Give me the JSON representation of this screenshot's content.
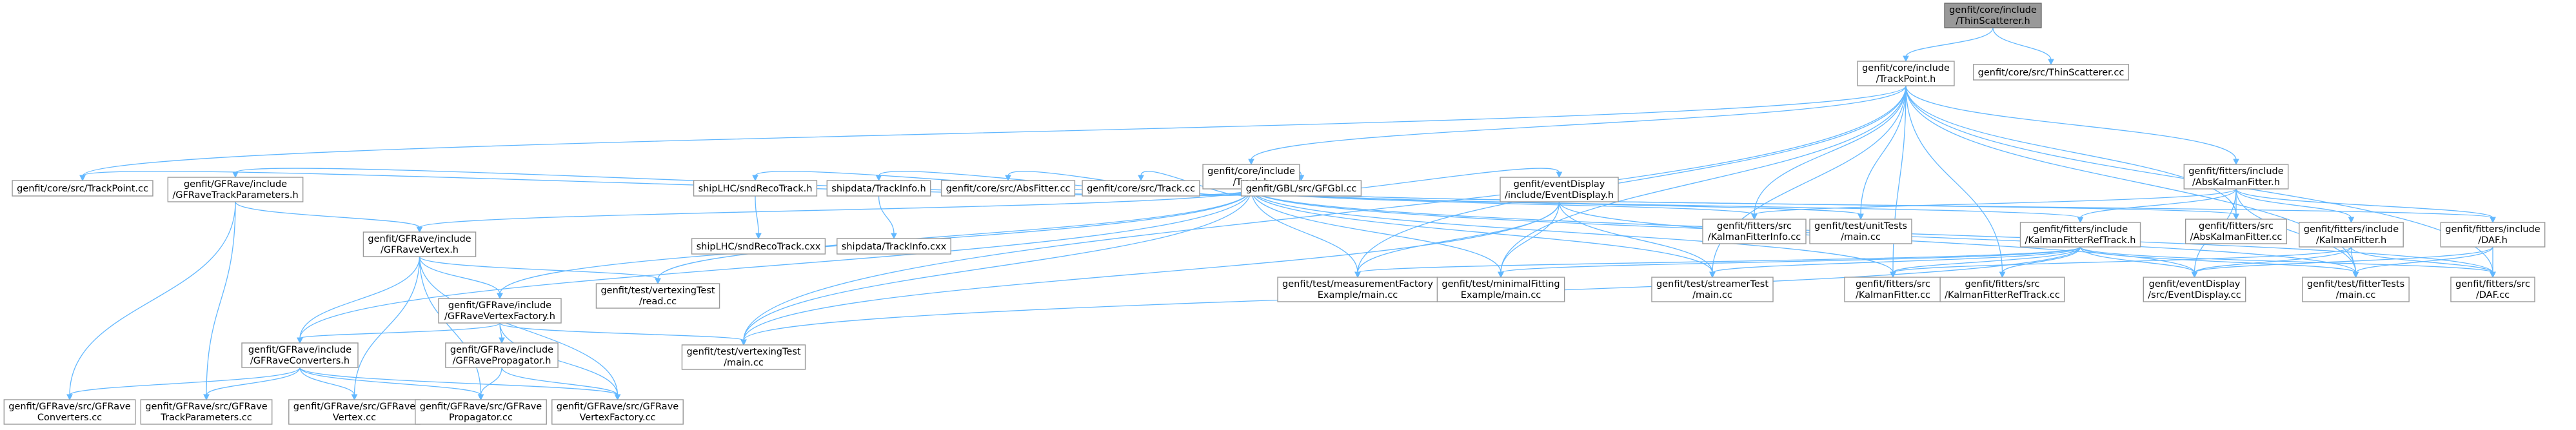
{
  "nodes": [
    {
      "id": "thinscat_h",
      "lines": [
        "genfit/core/include",
        "/ThinScatterer.h"
      ],
      "root": true
    },
    {
      "id": "trackpoint_h",
      "lines": [
        "genfit/core/include",
        "/TrackPoint.h"
      ]
    },
    {
      "id": "thinscat_cc",
      "lines": [
        "genfit/core/src/ThinScatterer.cc"
      ]
    },
    {
      "id": "track_h",
      "lines": [
        "genfit/core/include",
        "/Track.h"
      ]
    },
    {
      "id": "absk_h",
      "lines": [
        "genfit/fitters/include",
        "/AbsKalmanFitter.h"
      ]
    },
    {
      "id": "trackpoint_cc",
      "lines": [
        "genfit/core/src/TrackPoint.cc"
      ]
    },
    {
      "id": "gfrtp_h",
      "lines": [
        "genfit/GFRave/include",
        "/GFRaveTrackParameters.h"
      ]
    },
    {
      "id": "snd_h",
      "lines": [
        "shipLHC/sndRecoTrack.h"
      ]
    },
    {
      "id": "trackinfo_h",
      "lines": [
        "shipdata/TrackInfo.h"
      ]
    },
    {
      "id": "absfitter_cc",
      "lines": [
        "genfit/core/src/AbsFitter.cc"
      ]
    },
    {
      "id": "track_cc",
      "lines": [
        "genfit/core/src/Track.cc"
      ]
    },
    {
      "id": "gfgbl_cc",
      "lines": [
        "genfit/GBL/src/GFGbl.cc"
      ]
    },
    {
      "id": "evdisp_h",
      "lines": [
        "genfit/eventDisplay",
        "/include/EventDisplay.h"
      ]
    },
    {
      "id": "kfinfo_cc",
      "lines": [
        "genfit/fitters/src",
        "/KalmanFitterInfo.cc"
      ]
    },
    {
      "id": "unittests_cc",
      "lines": [
        "genfit/test/unitTests",
        "/main.cc"
      ]
    },
    {
      "id": "kfrt_h",
      "lines": [
        "genfit/fitters/include",
        "/KalmanFitterRefTrack.h"
      ]
    },
    {
      "id": "absk_cc",
      "lines": [
        "genfit/fitters/src",
        "/AbsKalmanFitter.cc"
      ]
    },
    {
      "id": "kf_h",
      "lines": [
        "genfit/fitters/include",
        "/KalmanFitter.h"
      ]
    },
    {
      "id": "daf_h",
      "lines": [
        "genfit/fitters/include",
        "/DAF.h"
      ]
    },
    {
      "id": "gfrv_h",
      "lines": [
        "genfit/GFRave/include",
        "/GFRaveVertex.h"
      ]
    },
    {
      "id": "snd_cxx",
      "lines": [
        "shipLHC/sndRecoTrack.cxx"
      ]
    },
    {
      "id": "trackinfo_cxx",
      "lines": [
        "shipdata/TrackInfo.cxx"
      ]
    },
    {
      "id": "mfe_cc",
      "lines": [
        "genfit/test/measurementFactory",
        "Example/main.cc"
      ]
    },
    {
      "id": "mfit_cc",
      "lines": [
        "genfit/test/minimalFitting",
        "Example/main.cc"
      ]
    },
    {
      "id": "streamer_cc",
      "lines": [
        "genfit/test/streamerTest",
        "/main.cc"
      ]
    },
    {
      "id": "kf_cc",
      "lines": [
        "genfit/fitters/src",
        "/KalmanFitter.cc"
      ]
    },
    {
      "id": "kfrt_cc",
      "lines": [
        "genfit/fitters/src",
        "/KalmanFitterRefTrack.cc"
      ]
    },
    {
      "id": "evdisp_cc",
      "lines": [
        "genfit/eventDisplay",
        "/src/EventDisplay.cc"
      ]
    },
    {
      "id": "fittertests_cc",
      "lines": [
        "genfit/test/fitterTests",
        "/main.cc"
      ]
    },
    {
      "id": "daf_cc",
      "lines": [
        "genfit/fitters/src",
        "/DAF.cc"
      ]
    },
    {
      "id": "vtxread_cc",
      "lines": [
        "genfit/test/vertexingTest",
        "/read.cc"
      ]
    },
    {
      "id": "gfrvf_h",
      "lines": [
        "genfit/GFRave/include",
        "/GFRaveVertexFactory.h"
      ]
    },
    {
      "id": "gfrp_h",
      "lines": [
        "genfit/GFRave/include",
        "/GFRavePropagator.h"
      ]
    },
    {
      "id": "gfrc_h",
      "lines": [
        "genfit/GFRave/include",
        "/GFRaveConverters.h"
      ]
    },
    {
      "id": "vtxmain_cc",
      "lines": [
        "genfit/test/vertexingTest",
        "/main.cc"
      ]
    },
    {
      "id": "gfrc_cc",
      "lines": [
        "genfit/GFRave/src/GFRave",
        "Converters.cc"
      ]
    },
    {
      "id": "gfrtp_cc",
      "lines": [
        "genfit/GFRave/src/GFRave",
        "TrackParameters.cc"
      ]
    },
    {
      "id": "gfrv_cc",
      "lines": [
        "genfit/GFRave/src/GFRave",
        "Vertex.cc"
      ]
    },
    {
      "id": "gfrp_cc",
      "lines": [
        "genfit/GFRave/src/GFRave",
        "Propagator.cc"
      ]
    },
    {
      "id": "gfrvf_cc",
      "lines": [
        "genfit/GFRave/src/GFRave",
        "VertexFactory.cc"
      ]
    }
  ],
  "edges": [
    [
      "thinscat_h",
      "trackpoint_h"
    ],
    [
      "thinscat_h",
      "thinscat_cc"
    ],
    [
      "trackpoint_h",
      "track_h"
    ],
    [
      "trackpoint_h",
      "absk_h"
    ],
    [
      "trackpoint_h",
      "trackpoint_cc"
    ],
    [
      "trackpoint_h",
      "kfinfo_cc"
    ],
    [
      "trackpoint_h",
      "unittests_cc"
    ],
    [
      "trackpoint_h",
      "absk_cc"
    ],
    [
      "trackpoint_h",
      "mfe_cc"
    ],
    [
      "trackpoint_h",
      "mfit_cc"
    ],
    [
      "trackpoint_h",
      "streamer_cc"
    ],
    [
      "trackpoint_h",
      "kf_cc"
    ],
    [
      "trackpoint_h",
      "kfrt_cc"
    ],
    [
      "trackpoint_h",
      "fittertests_cc"
    ],
    [
      "trackpoint_h",
      "daf_cc"
    ],
    [
      "trackpoint_h",
      "vtxmain_cc"
    ],
    [
      "track_h",
      "trackpoint_cc"
    ],
    [
      "track_h",
      "gfrtp_h"
    ],
    [
      "track_h",
      "snd_h"
    ],
    [
      "track_h",
      "trackinfo_h"
    ],
    [
      "track_h",
      "absfitter_cc"
    ],
    [
      "track_h",
      "track_cc"
    ],
    [
      "track_h",
      "gfgbl_cc"
    ],
    [
      "track_h",
      "evdisp_h"
    ],
    [
      "track_h",
      "kfinfo_cc"
    ],
    [
      "track_h",
      "unittests_cc"
    ],
    [
      "track_h",
      "kfrt_h"
    ],
    [
      "track_h",
      "absk_cc"
    ],
    [
      "track_h",
      "daf_h"
    ],
    [
      "track_h",
      "gfrv_h"
    ],
    [
      "track_h",
      "mfe_cc"
    ],
    [
      "track_h",
      "mfit_cc"
    ],
    [
      "track_h",
      "streamer_cc"
    ],
    [
      "track_h",
      "kf_cc"
    ],
    [
      "track_h",
      "fittertests_cc"
    ],
    [
      "track_h",
      "daf_cc"
    ],
    [
      "track_h",
      "vtxread_cc"
    ],
    [
      "track_h",
      "gfrvf_h"
    ],
    [
      "track_h",
      "gfrc_h"
    ],
    [
      "track_h",
      "vtxmain_cc"
    ],
    [
      "absk_h",
      "kfrt_h"
    ],
    [
      "absk_h",
      "absk_cc"
    ],
    [
      "absk_h",
      "kf_h"
    ],
    [
      "absk_h",
      "daf_h"
    ],
    [
      "absk_h",
      "kfinfo_cc"
    ],
    [
      "absk_h",
      "fittertests_cc"
    ],
    [
      "absk_h",
      "evdisp_cc"
    ],
    [
      "gfrtp_h",
      "gfrv_h"
    ],
    [
      "gfrtp_h",
      "gfrc_cc"
    ],
    [
      "gfrtp_h",
      "gfrtp_cc"
    ],
    [
      "snd_h",
      "snd_cxx"
    ],
    [
      "trackinfo_h",
      "trackinfo_cxx"
    ],
    [
      "evdisp_h",
      "evdisp_cc"
    ],
    [
      "evdisp_h",
      "mfe_cc"
    ],
    [
      "evdisp_h",
      "mfit_cc"
    ],
    [
      "evdisp_h",
      "streamer_cc"
    ],
    [
      "evdisp_h",
      "vtxmain_cc"
    ],
    [
      "kfrt_h",
      "mfe_cc"
    ],
    [
      "kfrt_h",
      "mfit_cc"
    ],
    [
      "kfrt_h",
      "streamer_cc"
    ],
    [
      "kfrt_h",
      "kf_cc"
    ],
    [
      "kfrt_h",
      "kfrt_cc"
    ],
    [
      "kfrt_h",
      "evdisp_cc"
    ],
    [
      "kfrt_h",
      "fittertests_cc"
    ],
    [
      "kfrt_h",
      "daf_cc"
    ],
    [
      "kfrt_h",
      "vtxmain_cc"
    ],
    [
      "kf_h",
      "kf_cc"
    ],
    [
      "kf_h",
      "evdisp_cc"
    ],
    [
      "kf_h",
      "fittertests_cc"
    ],
    [
      "kf_h",
      "daf_cc"
    ],
    [
      "daf_h",
      "daf_cc"
    ],
    [
      "daf_h",
      "fittertests_cc"
    ],
    [
      "daf_h",
      "evdisp_cc"
    ],
    [
      "gfrv_h",
      "vtxread_cc"
    ],
    [
      "gfrv_h",
      "gfrvf_h"
    ],
    [
      "gfrv_h",
      "gfrc_h"
    ],
    [
      "gfrv_h",
      "gfrv_cc"
    ],
    [
      "gfrv_h",
      "gfrp_cc"
    ],
    [
      "gfrv_h",
      "gfrvf_cc"
    ],
    [
      "gfrvf_h",
      "gfrp_h"
    ],
    [
      "gfrvf_h",
      "gfrc_h"
    ],
    [
      "gfrvf_h",
      "vtxmain_cc"
    ],
    [
      "gfrvf_h",
      "gfrvf_cc"
    ],
    [
      "gfrp_h",
      "gfrp_cc"
    ],
    [
      "gfrp_h",
      "gfrvf_cc"
    ],
    [
      "gfrc_h",
      "gfrc_cc"
    ],
    [
      "gfrc_h",
      "gfrtp_cc"
    ],
    [
      "gfrc_h",
      "gfrv_cc"
    ],
    [
      "gfrc_h",
      "gfrp_cc"
    ],
    [
      "gfrc_h",
      "gfrvf_cc"
    ]
  ]
}
